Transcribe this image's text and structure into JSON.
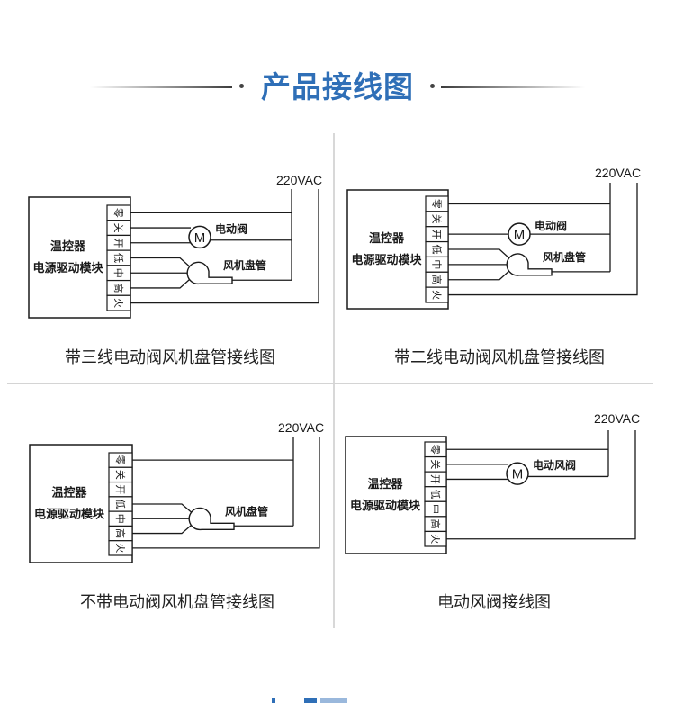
{
  "header": {
    "title": "产品接线图",
    "accent_color": "#2f6fb7"
  },
  "common": {
    "module_line1": "温控器",
    "module_line2": "电源驱动模块",
    "supply_label": "220VAC",
    "terminals": [
      "零",
      "关",
      "开",
      "低",
      "中",
      "高",
      "火"
    ],
    "motor_symbol": "M"
  },
  "diagrams": [
    {
      "id": "three-wire-valve-fan-coil",
      "caption": "带三线电动阀风机盘管接线图",
      "valve_label": "电动阀",
      "fan_label": "风机盘管",
      "has_valve": true,
      "valve_wires": [
        "关",
        "开"
      ],
      "has_fan": true
    },
    {
      "id": "two-wire-valve-fan-coil",
      "caption": "带二线电动阀风机盘管接线图",
      "valve_label": "电动阀",
      "fan_label": "风机盘管",
      "has_valve": true,
      "valve_wires": [
        "开"
      ],
      "has_fan": true
    },
    {
      "id": "no-valve-fan-coil",
      "caption": "不带电动阀风机盘管接线图",
      "valve_label": "",
      "fan_label": "风机盘管",
      "has_valve": false,
      "valve_wires": [],
      "has_fan": true
    },
    {
      "id": "motorized-air-damper",
      "caption": "电动风阀接线图",
      "valve_label": "电动风阀",
      "fan_label": "",
      "has_valve": true,
      "valve_wires": [
        "关",
        "开"
      ],
      "has_fan": false
    }
  ]
}
